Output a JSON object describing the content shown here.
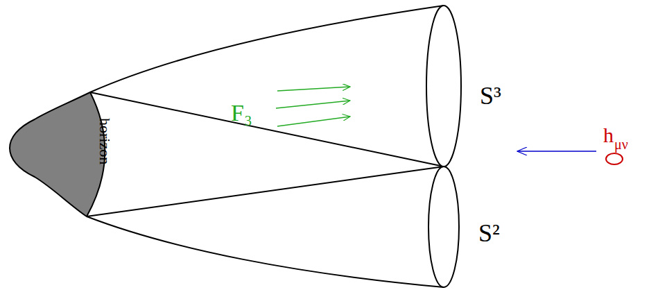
{
  "diagram": {
    "labels": [
      "horizon",
      "F₃",
      "S³",
      "S²",
      "h",
      "μν"
    ]
  }
}
